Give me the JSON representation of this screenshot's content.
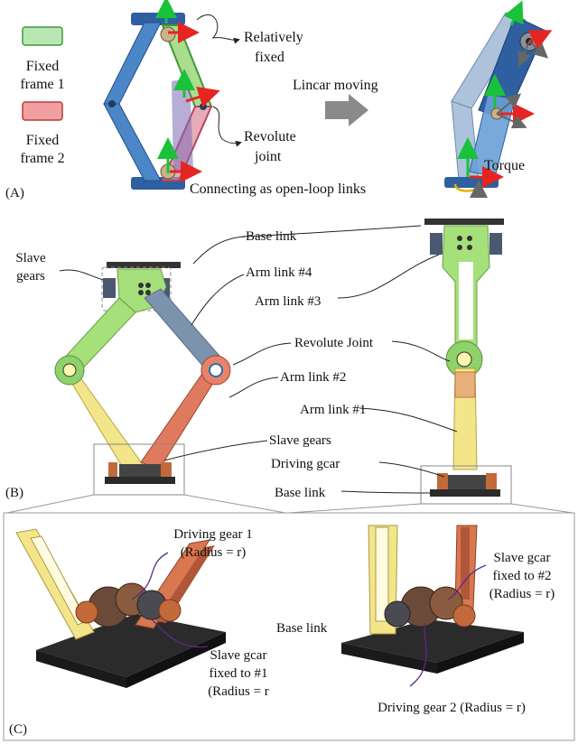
{
  "panel_a": {
    "tag": "(A)",
    "legend": [
      {
        "label_lines": [
          "Fixed",
          "frame 1"
        ],
        "color": "#b9e6b3",
        "border": "#3f9a3a"
      },
      {
        "label_lines": [
          "Fixed",
          "frame 2"
        ],
        "color": "#f0a0a0",
        "border": "#c0393b"
      }
    ],
    "relatively_fixed": [
      "Relatively",
      "fixed"
    ],
    "revolute_joint": [
      "Revolute",
      "joint"
    ],
    "linear_moving": "Lincar moving",
    "torque": "Torque",
    "connecting": "Connecting as open-loop links"
  },
  "panel_b": {
    "tag": "(B)",
    "slave_gears_top": [
      "Slave",
      "gears"
    ],
    "base_link_top": "Base link",
    "arm4": "Arm link #4",
    "arm3": "Arm link #3",
    "revolute": "Revolute Joint",
    "arm2": "Arm link #2",
    "arm1": "Arm link #1",
    "slave_gears": "Slave gears",
    "driving_gear": "Driving gcar",
    "base_link": "Base link"
  },
  "panel_c": {
    "tag": "(C)",
    "driving_gear1": [
      "Driving gear 1",
      "(Radius = r)"
    ],
    "slave_fixed2": [
      "Slave gcar",
      "fixed to #2",
      "(Radius = r)"
    ],
    "base_link": "Base link",
    "slave_fixed1": [
      "Slave gcar",
      "fixed to #1",
      "(Radius = r"
    ],
    "driving_gear2": "Driving gear 2 (Radius = r)"
  },
  "colors": {
    "blue": "#4a86c8",
    "green": "#8fd16a",
    "salmon": "#e07a5f",
    "yellow": "#f3e58a",
    "steel": "#7c93ad",
    "base": "#2b2b2b",
    "arrow_green": "#19c23a",
    "arrow_red": "#e52521",
    "purple": "#5b2a86"
  }
}
